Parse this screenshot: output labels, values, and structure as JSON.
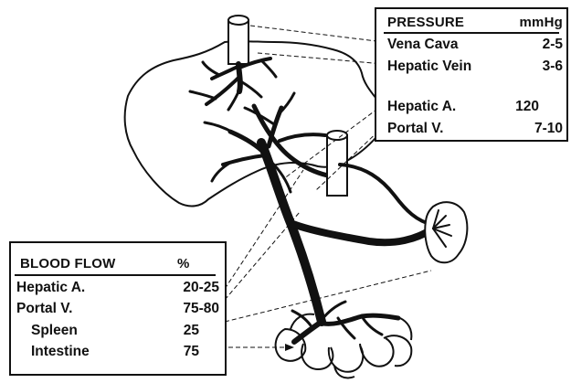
{
  "pressure_table": {
    "header_label": "PRESSURE",
    "header_unit": "mmHg",
    "rows": [
      {
        "label": "Vena Cava",
        "value": "2-5"
      },
      {
        "label": "Hepatic Vein",
        "value": "3-6"
      },
      {
        "label": "Hepatic A.",
        "value": "120"
      },
      {
        "label": "Portal V.",
        "value": "7-10"
      }
    ]
  },
  "flow_table": {
    "header_label": "BLOOD FLOW",
    "header_unit": "%",
    "rows": [
      {
        "label": "Hepatic A.",
        "value": "20-25"
      },
      {
        "label": "Portal V.",
        "value": "75-80"
      },
      {
        "label": "Spleen",
        "value": "25"
      },
      {
        "label": "Intestine",
        "value": "75"
      }
    ]
  }
}
